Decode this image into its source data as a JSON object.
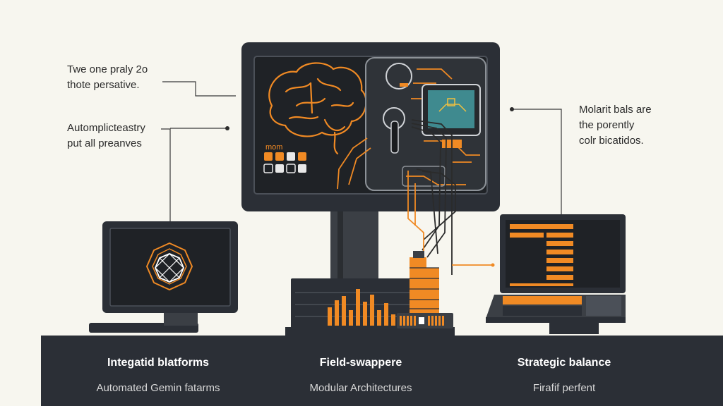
{
  "callouts": {
    "left_top": [
      "Twe one praly 2o",
      "thote persative."
    ],
    "left_mid": [
      "Automplicteastry",
      "put all preanves"
    ],
    "right": [
      "Molarit bals are",
      "the porently",
      "colr bicatidos."
    ]
  },
  "monitor": {
    "panel_label": "mom"
  },
  "features": [
    {
      "title": "Integatid blatforms",
      "subtitle": "Automated Gemin fatarms"
    },
    {
      "title": "Field-swappere",
      "subtitle": "Modular Architectures"
    },
    {
      "title": "Strategic balance",
      "subtitle": "Firafif perfent"
    }
  ],
  "colors": {
    "background": "#f7f6ef",
    "accent": "#f08a24",
    "device_dark": "#2b2f36",
    "screen_dark": "#1f2226",
    "chip_teal": "#3f8a8f"
  },
  "icons": [
    "brain-icon",
    "circuit-icon",
    "geometric-network-icon",
    "chip-icon"
  ]
}
